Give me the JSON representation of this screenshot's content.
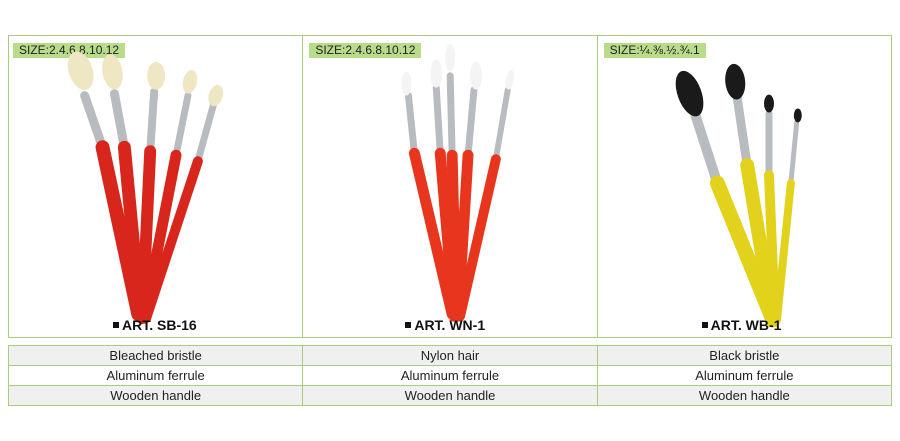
{
  "products": [
    {
      "size": "SIZE:2.4.6.8.10.12",
      "art": "ART. SB-16",
      "hair": "Bleached bristle",
      "ferrule": "Aluminum ferrule",
      "handle": "Wooden handle",
      "colors": {
        "handle": "#d8261c",
        "tip": "#efe6c4"
      }
    },
    {
      "size": "SIZE:2.4.6.8.10.12",
      "art": "ART. WN-1",
      "hair": "Nylon hair",
      "ferrule": "Aluminum ferrule",
      "handle": "Wooden handle",
      "colors": {
        "handle": "#e8361e",
        "tip": "#f4f4f4"
      }
    },
    {
      "size": "SIZE:¼.⅜.½.¾.1",
      "art": "ART. WB-1",
      "hair": "Black bristle",
      "ferrule": "Aluminum ferrule",
      "handle": "Wooden handle",
      "colors": {
        "handle": "#e2d21c",
        "tip": "#1a1a1a"
      }
    }
  ]
}
